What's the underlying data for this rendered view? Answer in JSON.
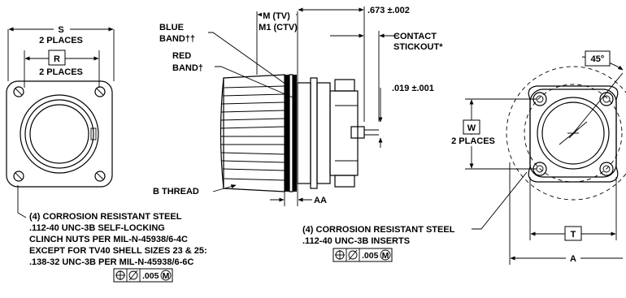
{
  "labels": {
    "s": "S",
    "s_places": "2 PLACES",
    "r": "R",
    "r_places": "2 PLACES",
    "blue_band_line1": "BLUE",
    "blue_band_line2": "BAND††",
    "red_band_line1": "RED",
    "red_band_line2": "BAND†",
    "m_tv": "M (TV)",
    "m1_ctv": "M1 (CTV)",
    "dim_673": ".673 ±.002",
    "contact_line1": "CONTACT",
    "contact_line2": "STICKOUT*",
    "dim_019": ".019 ±.001",
    "b_thread": "B THREAD",
    "aa": "AA",
    "angle_45": "45°",
    "w": "W",
    "w_places": "2 PLACES",
    "t": "T",
    "a": "A"
  },
  "notes": {
    "clinch_line1": "(4) CORROSION RESISTANT STEEL",
    "clinch_line2": ".112-40 UNC-3B SELF-LOCKING",
    "clinch_line3": "CLINCH NUTS PER MIL-N-45938/6-4C",
    "clinch_line4": "EXCEPT FOR TV40 SHELL SIZES 23 & 25:",
    "clinch_line5": ".138-32 UNC-3B PER MIL-N-45938/6-6C",
    "inserts_line1": "(4) CORROSION RESISTANT STEEL",
    "inserts_line2": ".112-40 UNC-3B INSERTS"
  },
  "tolerance_frames": {
    "left_value": ".005",
    "left_modifier": "M",
    "mid_value": ".005",
    "mid_modifier": "M"
  }
}
